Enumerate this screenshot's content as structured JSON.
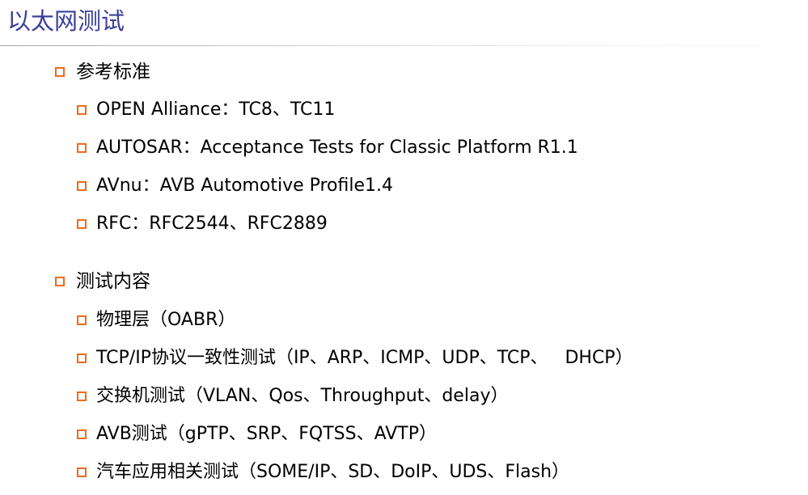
{
  "page": {
    "title": "以太网测试"
  },
  "colors": {
    "title": "#3b3f9a",
    "bullet": "#f26a1b",
    "text": "#000000"
  },
  "bullet_icon": "hollow-square-icon",
  "sections": [
    {
      "label": "参考标准",
      "items": [
        "OPEN Alliance：TC8、TC11",
        "AUTOSAR：Acceptance Tests for Classic Platform R1.1",
        "AVnu：AVB Automotive Profile1.4",
        "RFC：RFC2544、RFC2889"
      ]
    },
    {
      "label": "测试内容",
      "items": [
        "物理层（OABR）",
        "TCP/IP协议一致性测试（IP、ARP、ICMP、UDP、TCP、   DHCP）",
        "交换机测试（VLAN、Qos、Throughput、delay）",
        "AVB测试（gPTP、SRP、FQTSS、AVTP）",
        "汽车应用相关测试（SOME/IP、SD、DoIP、UDS、Flash）"
      ]
    }
  ]
}
